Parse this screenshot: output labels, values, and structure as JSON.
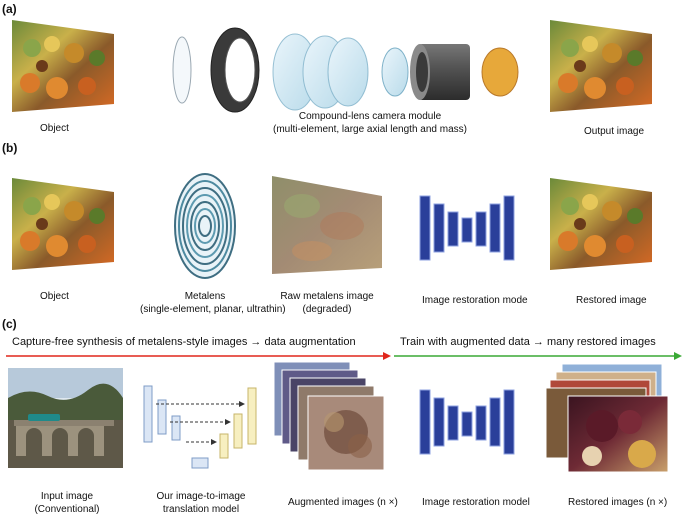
{
  "panels": {
    "a": {
      "tag": "(a)",
      "object_label": "Object",
      "module_label_1": "Compound-lens camera module",
      "module_label_2": "(multi-element, large axial length and mass)",
      "output_label": "Output image"
    },
    "b": {
      "tag": "(b)",
      "object_label": "Object",
      "metalens_label_1": "Metalens",
      "metalens_label_2": "(single-element, planar, ultrathin)",
      "raw_label_1": "Raw metalens image",
      "raw_label_2": "(degraded)",
      "restoration_label": "Image restoration mode",
      "restored_label": "Restored image"
    },
    "c": {
      "tag": "(c)",
      "banner_left": "Capture-free synthesis of metalens-style images → data augmentation",
      "banner_right": "Train with augmented data → many restored images",
      "input_label_1": "Input image",
      "input_label_2": "(Conventional)",
      "model_label_1": "Our image-to-image",
      "model_label_2": "translation model",
      "augmented_label": "Augmented images (n ×)",
      "restoration_label": "Image restoration model",
      "restored_label": "Restored images (n ×)"
    }
  },
  "colors": {
    "red_arrow": "#e0261b",
    "green_arrow": "#3aa935",
    "network_blue": "#2a3f9a",
    "encoder_blue": "#dbe6f5",
    "decoder_yellow": "#f7efc0",
    "lens_gold": "#e7a83a"
  }
}
